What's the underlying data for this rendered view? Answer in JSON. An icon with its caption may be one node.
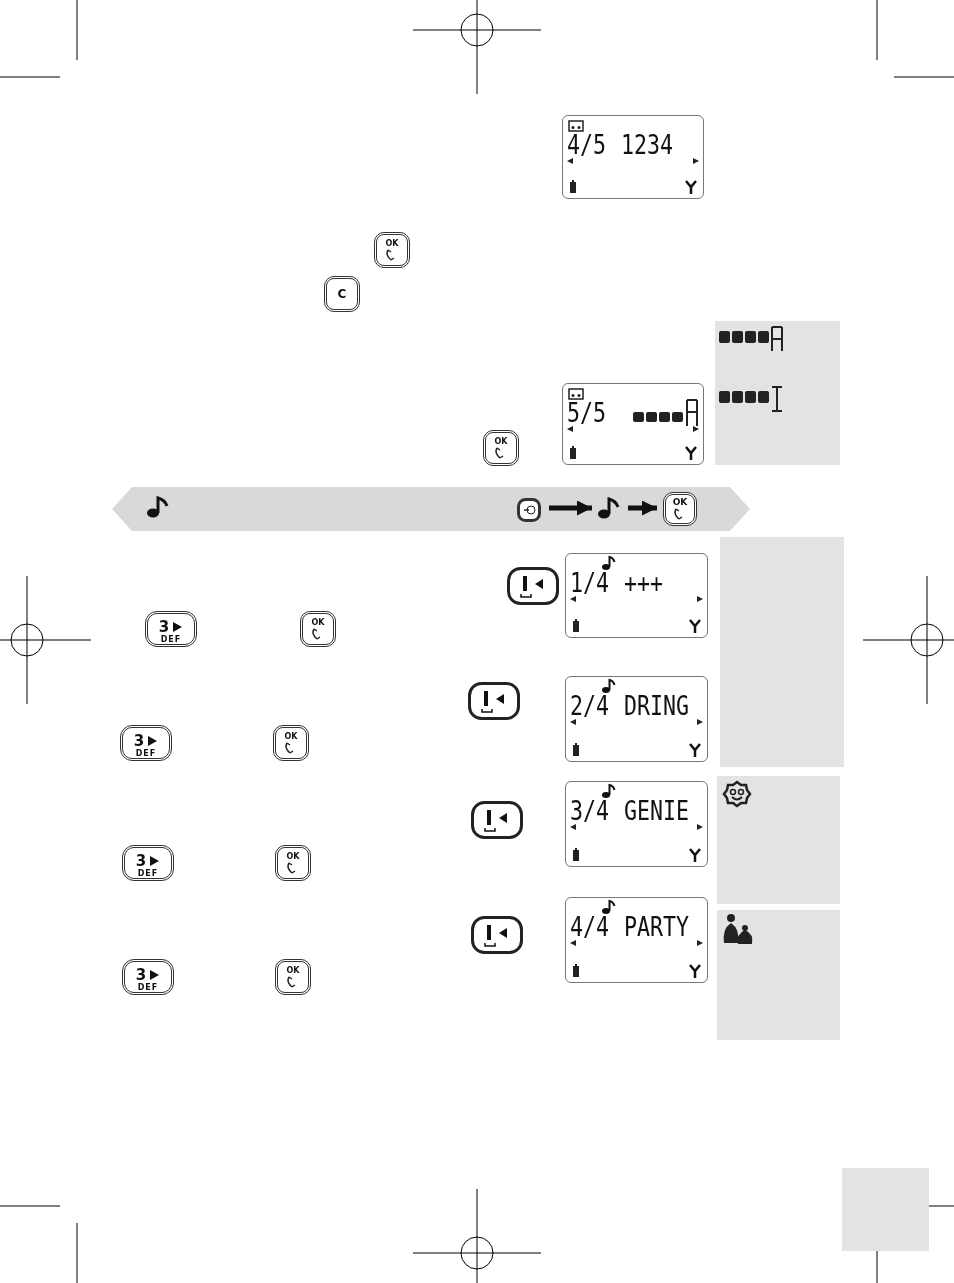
{
  "diagram": {
    "nodes": [
      {
        "text": [],
        "shape": "button"
      },
      {
        "text": [],
        "shape": "note"
      },
      {
        "text": [
          "OK"
        ]
      }
    ],
    "edges": [
      {
        "from": 0,
        "to": 1,
        "arrow": "to"
      },
      {
        "from": 1,
        "to": 2,
        "arrow": "to"
      }
    ],
    "labels": [
      "4/5",
      "1234",
      "OK",
      "C",
      "5/5",
      "OK",
      "1/4",
      "+++",
      "3",
      "DEF",
      "OK",
      "2/4",
      "DRING",
      "3",
      "DEF",
      "OK",
      "3/4",
      "GENIE",
      "3",
      "DEF",
      "OK",
      "4/4",
      "PARTY",
      "3",
      "DEF",
      "OK"
    ]
  }
}
